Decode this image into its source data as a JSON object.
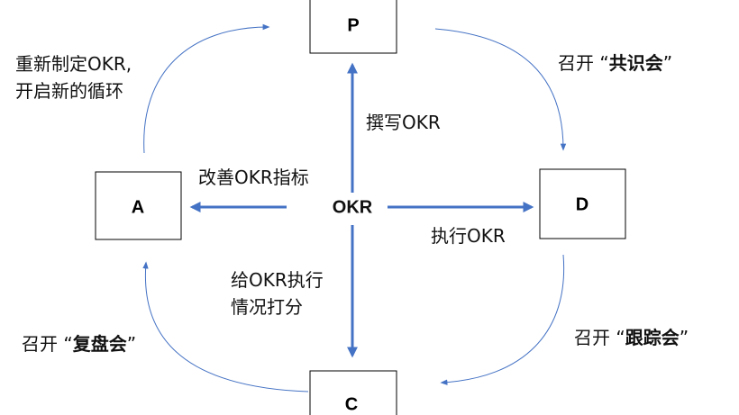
{
  "center_label": "OKR",
  "stages": {
    "p": "P",
    "d": "D",
    "c": "C",
    "a": "A"
  },
  "axis_labels": {
    "up": "撰写OKR",
    "right": "执行OKR",
    "down_line1": "给OKR执行",
    "down_line2": "情况打分",
    "left": "改善OKR指标"
  },
  "cycle_labels": {
    "p_to_d_prefix": "召开 “",
    "p_to_d_meeting": "共识会",
    "p_to_d_suffix": "”",
    "d_to_c_prefix": "召开 “",
    "d_to_c_meeting": "跟踪会",
    "d_to_c_suffix": "”",
    "c_to_a_prefix": "召开 “",
    "c_to_a_meeting": "复盘会",
    "c_to_a_suffix": "”",
    "a_to_p_line1": "重新制定OKR,",
    "a_to_p_line2": "开启新的循环"
  },
  "colors": {
    "arrow": "#4472c4",
    "box_border": "#000000",
    "text": "#111111"
  }
}
